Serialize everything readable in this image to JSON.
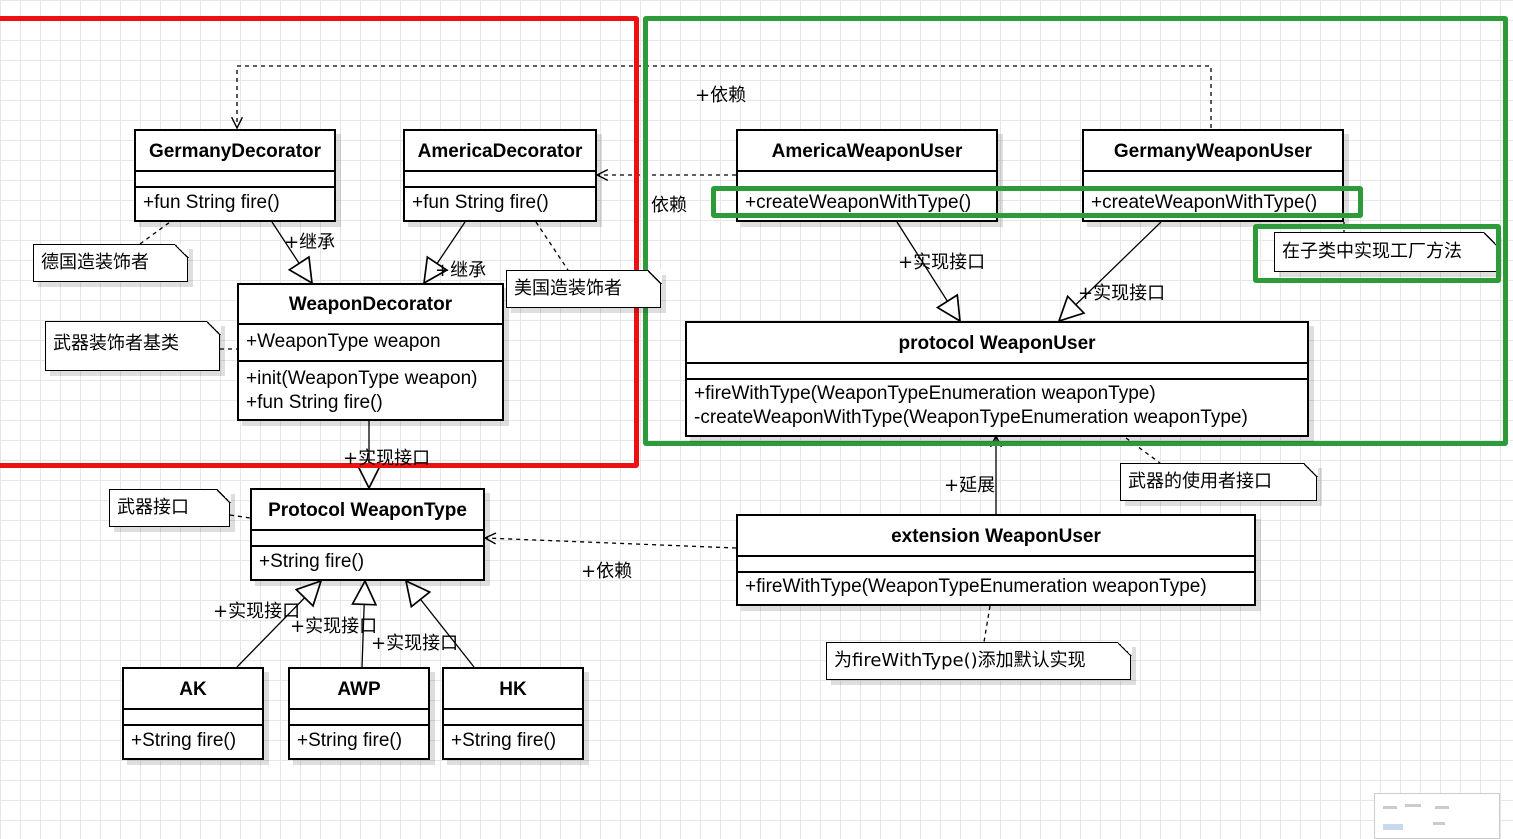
{
  "classes": {
    "germany_decorator": {
      "name": "GermanyDecorator",
      "methods": [
        "+fun String fire()"
      ]
    },
    "america_decorator": {
      "name": "AmericaDecorator",
      "methods": [
        "+fun String fire()"
      ]
    },
    "weapon_decorator": {
      "name": "WeaponDecorator",
      "attributes": [
        "+WeaponType weapon"
      ],
      "methods": [
        "+init(WeaponType weapon)",
        "+fun String fire()"
      ]
    },
    "weapon_type": {
      "name": "Protocol WeaponType",
      "methods": [
        "+String fire()"
      ]
    },
    "ak": {
      "name": "AK",
      "methods": [
        "+String fire()"
      ]
    },
    "awp": {
      "name": "AWP",
      "methods": [
        "+String fire()"
      ]
    },
    "hk": {
      "name": "HK",
      "methods": [
        "+String fire()"
      ]
    },
    "america_weapon_user": {
      "name": "AmericaWeaponUser",
      "methods": [
        "+createWeaponWithType()"
      ]
    },
    "germany_weapon_user": {
      "name": "GermanyWeaponUser",
      "methods": [
        "+createWeaponWithType()"
      ]
    },
    "protocol_weapon_user": {
      "name": "protocol WeaponUser",
      "methods": [
        "+fireWithType(WeaponTypeEnumeration weaponType)",
        "-createWeaponWithType(WeaponTypeEnumeration weaponType)"
      ]
    },
    "extension_weapon_user": {
      "name": "extension WeaponUser",
      "methods": [
        "+fireWithType(WeaponTypeEnumeration weaponType)"
      ]
    }
  },
  "notes": {
    "germany_note": "德国造装饰者",
    "america_note": "美国造装饰者",
    "decorator_base_note": "武器装饰者基类",
    "weapon_interface_note": "武器接口",
    "user_interface_note": "武器的使用者接口",
    "default_impl_note": "为fireWithType()添加默认实现",
    "factory_method_note": "在子类中实现工厂方法"
  },
  "labels": {
    "depend_top": "+依赖",
    "depend_mid": "依赖",
    "depend_bottom": "+依赖",
    "inherit_left": "+继承",
    "inherit_right": "+继承",
    "impl_decorator": "+实现接口",
    "impl_america_user": "+实现接口",
    "impl_germany_user": "+实现接口",
    "impl_ak": "+实现接口",
    "impl_awp": "+实现接口",
    "impl_hk": "+实现接口",
    "extend": "+延展"
  },
  "highlight_colors": {
    "decorator_group": "#ee1111",
    "user_group": "#2e9b3a"
  }
}
